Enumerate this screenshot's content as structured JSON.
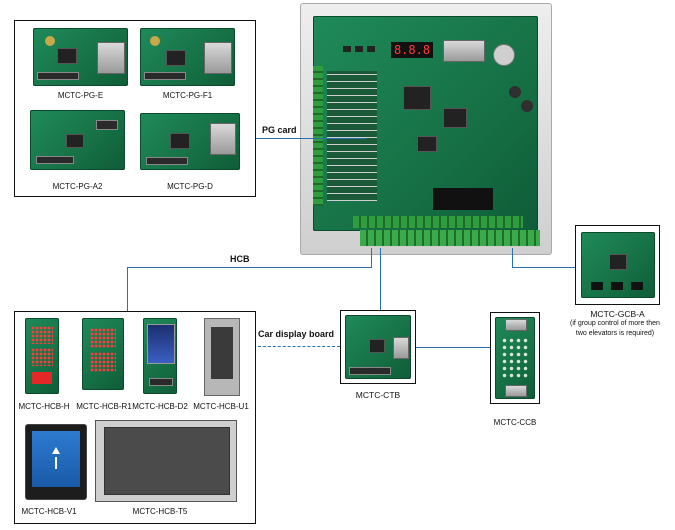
{
  "pg_cards": {
    "items": [
      {
        "label": "MCTC-PG-E"
      },
      {
        "label": "MCTC-PG-F1"
      },
      {
        "label": "MCTC-PG-A2"
      },
      {
        "label": "MCTC-PG-D"
      }
    ]
  },
  "connections": {
    "pg_card": "PG card",
    "hcb": "HCB",
    "car_display_board": "Car display board"
  },
  "hcb_boards": {
    "items": [
      {
        "label": "MCTC-HCB-H"
      },
      {
        "label": "MCTC-HCB-R1"
      },
      {
        "label": "MCTC-HCB-D2"
      },
      {
        "label": "MCTC-HCB-U1"
      },
      {
        "label": "MCTC-HCB-V1"
      },
      {
        "label": "MCTC-HCB-T5"
      }
    ]
  },
  "ctb": {
    "label": "MCTC-CTB"
  },
  "ccb": {
    "label": "MCTC-CCB"
  },
  "gcb": {
    "label": "MCTC-GCB-A",
    "note_line1": "(if group control of more then",
    "note_line2": "two elevators is required)"
  },
  "main_board": {
    "display_text": "8.8.8"
  },
  "colors": {
    "line": "#2b6fb5",
    "pcb_green": "#177347"
  }
}
